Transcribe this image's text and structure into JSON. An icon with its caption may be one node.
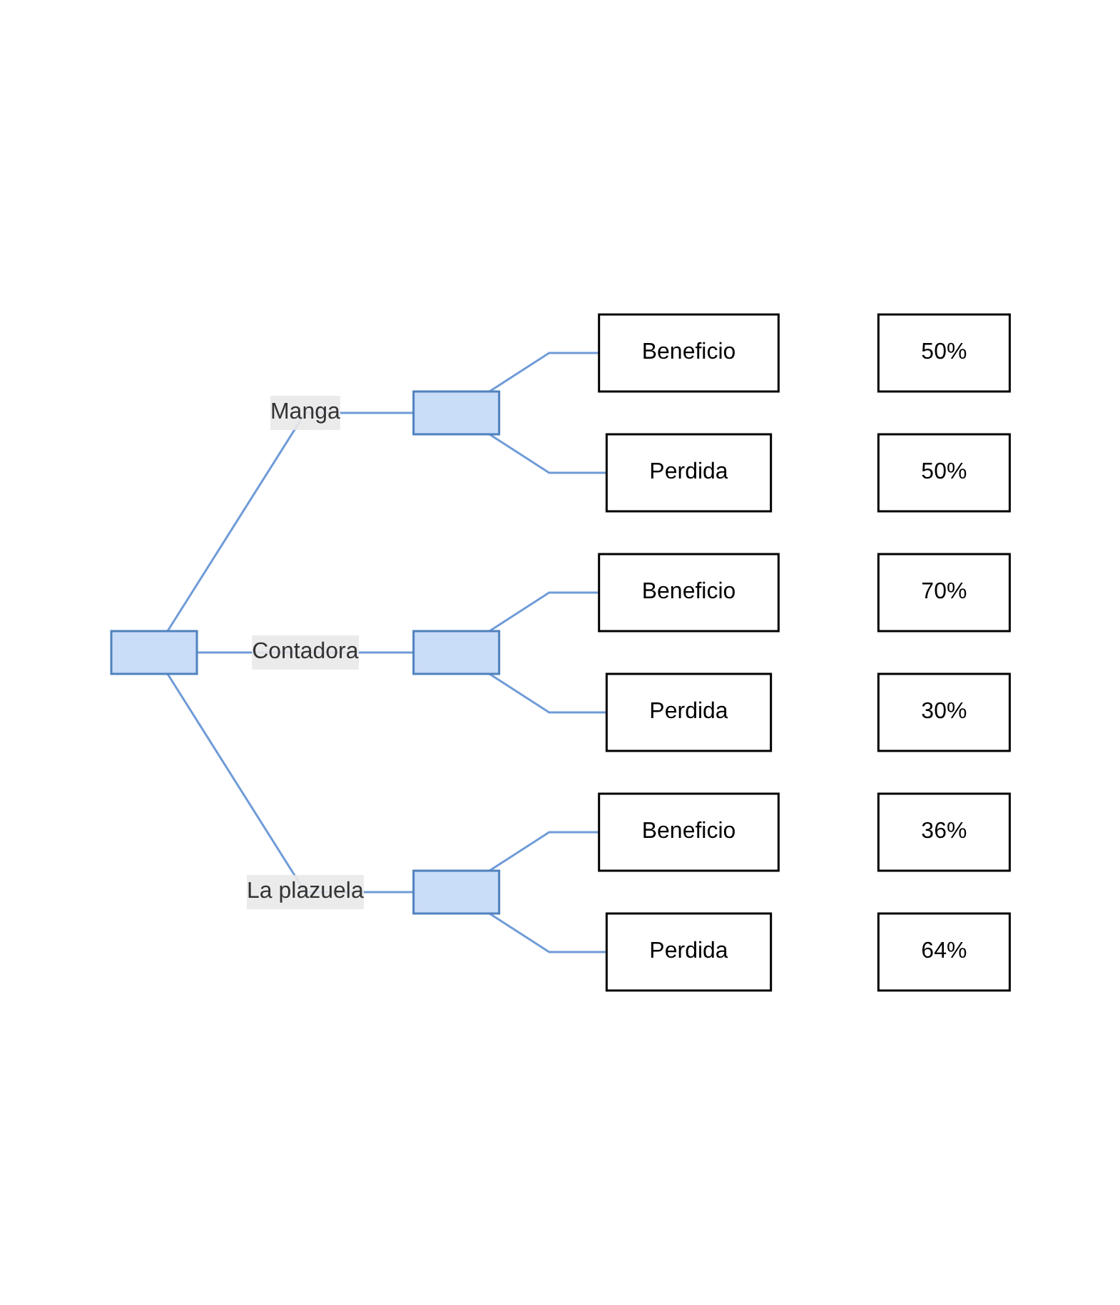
{
  "diagram": {
    "nodes": [
      {
        "text": [],
        "shape": "box"
      },
      {
        "text": [],
        "shape": "box"
      },
      {
        "text": [],
        "shape": "box"
      },
      {
        "text": [],
        "shape": "box"
      },
      {
        "text": [
          "Beneficio"
        ]
      },
      {
        "text": [
          "50%"
        ]
      },
      {
        "text": [
          "Perdida"
        ]
      },
      {
        "text": [
          "50%"
        ]
      },
      {
        "text": [
          "Beneficio"
        ]
      },
      {
        "text": [
          "70%"
        ]
      },
      {
        "text": [
          "Perdida"
        ]
      },
      {
        "text": [
          "30%"
        ]
      },
      {
        "text": [
          "Beneficio"
        ]
      },
      {
        "text": [
          "36%"
        ]
      },
      {
        "text": [
          "Perdida"
        ]
      },
      {
        "text": [
          "64%"
        ]
      }
    ],
    "edges": [
      {
        "from": 0,
        "to": 1,
        "arrow": "none",
        "label": "Manga"
      },
      {
        "from": 0,
        "to": 2,
        "arrow": "none",
        "label": "Contadora"
      },
      {
        "from": 0,
        "to": 3,
        "arrow": "none",
        "label": "La plazuela"
      },
      {
        "from": 1,
        "to": 4,
        "arrow": "none"
      },
      {
        "from": 1,
        "to": 6,
        "arrow": "none"
      },
      {
        "from": 2,
        "to": 8,
        "arrow": "none"
      },
      {
        "from": 2,
        "to": 10,
        "arrow": "none"
      },
      {
        "from": 3,
        "to": 12,
        "arrow": "none"
      },
      {
        "from": 3,
        "to": 14,
        "arrow": "none"
      }
    ]
  }
}
